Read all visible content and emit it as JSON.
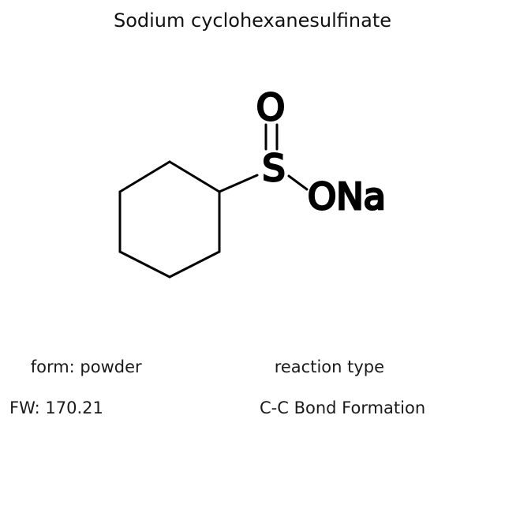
{
  "title": "Sodium cyclohexanesulfinate",
  "structure": {
    "ring_name": "cyclohexane-ring",
    "atom_labels": {
      "sulfur": "S",
      "oxygen_double": "O",
      "sodium_oxide": "ONa"
    },
    "bonds": {
      "ring_to_sulfur": "single",
      "sulfur_to_oxygen": "double",
      "sulfur_to_ona": "single"
    },
    "line_color": "#000000",
    "line_width": 3
  },
  "properties": {
    "form_label": "form: powder",
    "fw_label": "FW: 170.21"
  },
  "reaction": {
    "heading": "reaction type",
    "value": "C-C Bond Formation"
  },
  "colors": {
    "background": "#ffffff",
    "text": "#000000"
  }
}
